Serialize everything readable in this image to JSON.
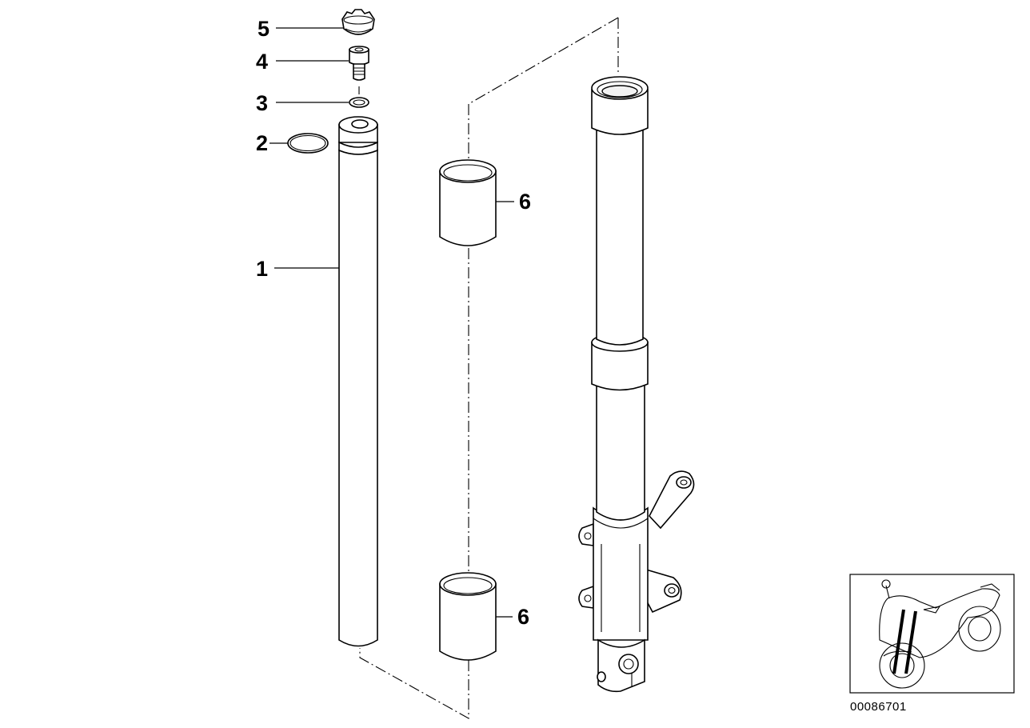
{
  "callouts": {
    "c1": "1",
    "c2": "2",
    "c3": "3",
    "c4": "4",
    "c5": "5",
    "c6a": "6",
    "c6b": "6"
  },
  "reference_number": "00086701",
  "icons": {
    "thumbnail": "motorcycle-location-icon"
  }
}
